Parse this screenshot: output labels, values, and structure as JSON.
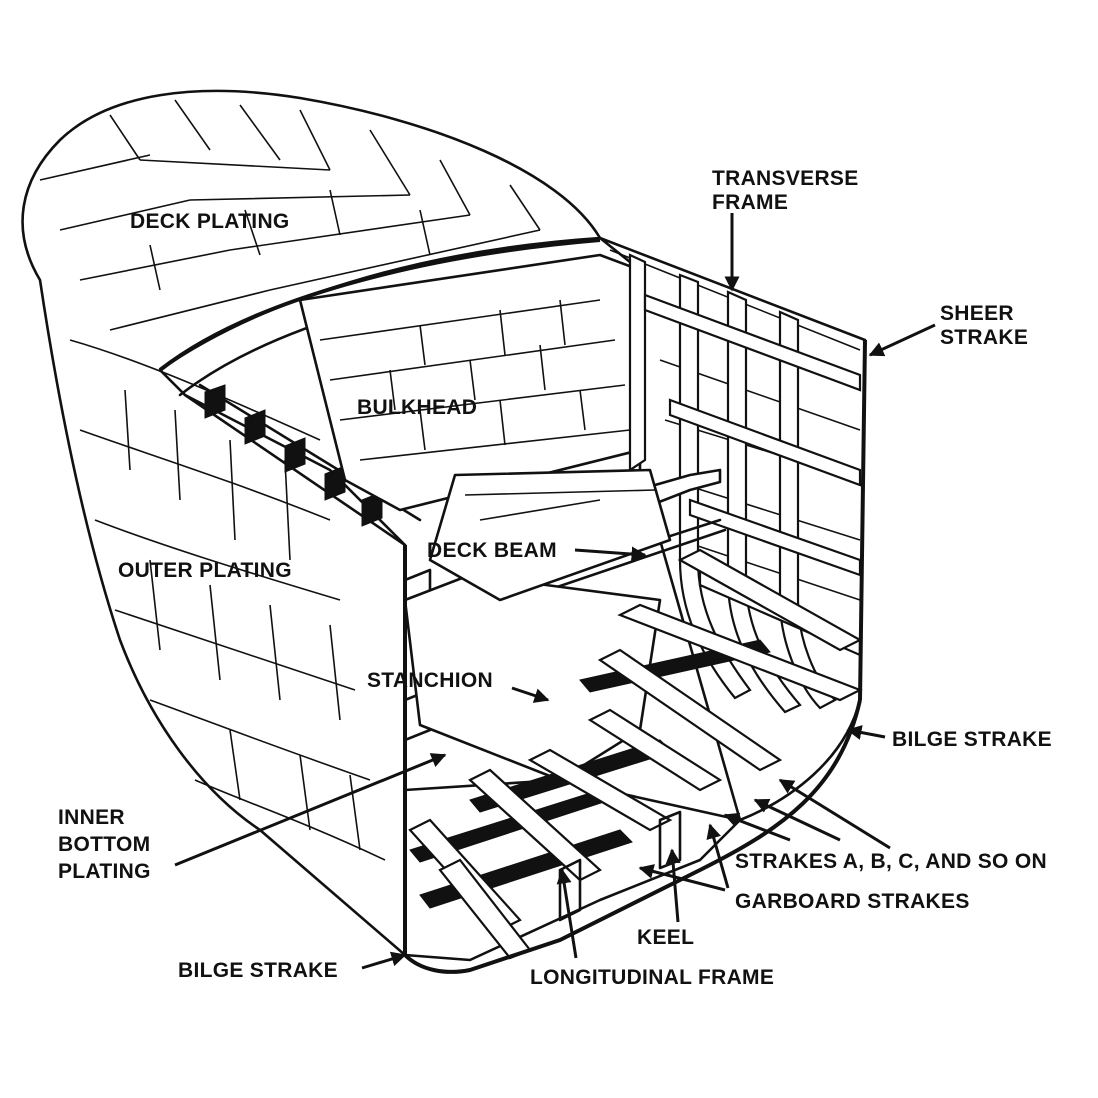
{
  "labels": {
    "deck_plating": "DECK PLATING",
    "transverse_frame_1": "TRANSVERSE",
    "transverse_frame_2": "FRAME",
    "sheer_strake_1": "SHEER",
    "sheer_strake_2": "STRAKE",
    "bulkhead": "BULKHEAD",
    "deck_beam": "DECK BEAM",
    "outer_plating": "OUTER PLATING",
    "stanchion": "STANCHION",
    "bilge_strake_right": "BILGE STRAKE",
    "inner_bottom_1": "INNER",
    "inner_bottom_2": "BOTTOM",
    "inner_bottom_3": "PLATING",
    "strakes_abc": "STRAKES A, B, C, AND SO ON",
    "garboard_strakes": "GARBOARD STRAKES",
    "keel": "KEEL",
    "longitudinal_frame": "LONGITUDINAL FRAME",
    "bilge_strake_left": "BILGE STRAKE"
  },
  "colors": {
    "ink": "#111111",
    "paper": "#ffffff"
  }
}
